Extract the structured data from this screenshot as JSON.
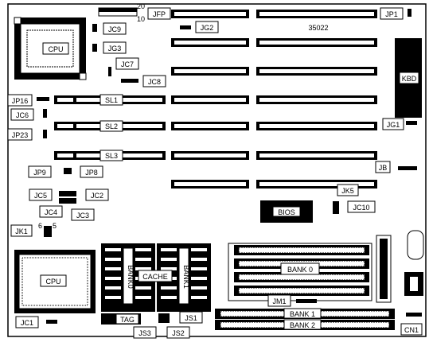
{
  "board_number": "35022",
  "labels": {
    "jfp": "JFP",
    "jfp_pin20": "20",
    "jfp_pin10": "10",
    "jp1": "JP1",
    "jc9": "JC9",
    "jg2": "JG2",
    "jg3": "JG3",
    "cpu_socket": "CPU",
    "jc7": "JC7",
    "jc8": "JC8",
    "kbd": "KBD",
    "jp16": "JP16",
    "sl1": "SL1",
    "jc6": "JC6",
    "sl2": "SL2",
    "jg1": "JG1",
    "jp23": "JP23",
    "sl3": "SL3",
    "jp9": "JP9",
    "jp8": "JP8",
    "jb": "JB",
    "jc5": "JC5",
    "jc2": "JC2",
    "jk5": "JK5",
    "jc4": "JC4",
    "jc3": "JC3",
    "bios": "BIOS",
    "jc10": "JC10",
    "jk1": "JK1",
    "jk1_pin6": "6",
    "jk1_pin5": "5",
    "cpu_main": "CPU",
    "bank0_left": "BANK0",
    "cache": "CACHE",
    "bank1_left": "BANK1",
    "bank0": "BANK 0",
    "jm1": "JM1",
    "jc1": "JC1",
    "tag": "TAG",
    "js1": "JS1",
    "bank1": "BANK 1",
    "bank2": "BANK 2",
    "js3": "JS3",
    "js2": "JS2",
    "cn1": "CN1"
  },
  "colors": {
    "ink": "#000000",
    "paper": "#ffffff"
  }
}
